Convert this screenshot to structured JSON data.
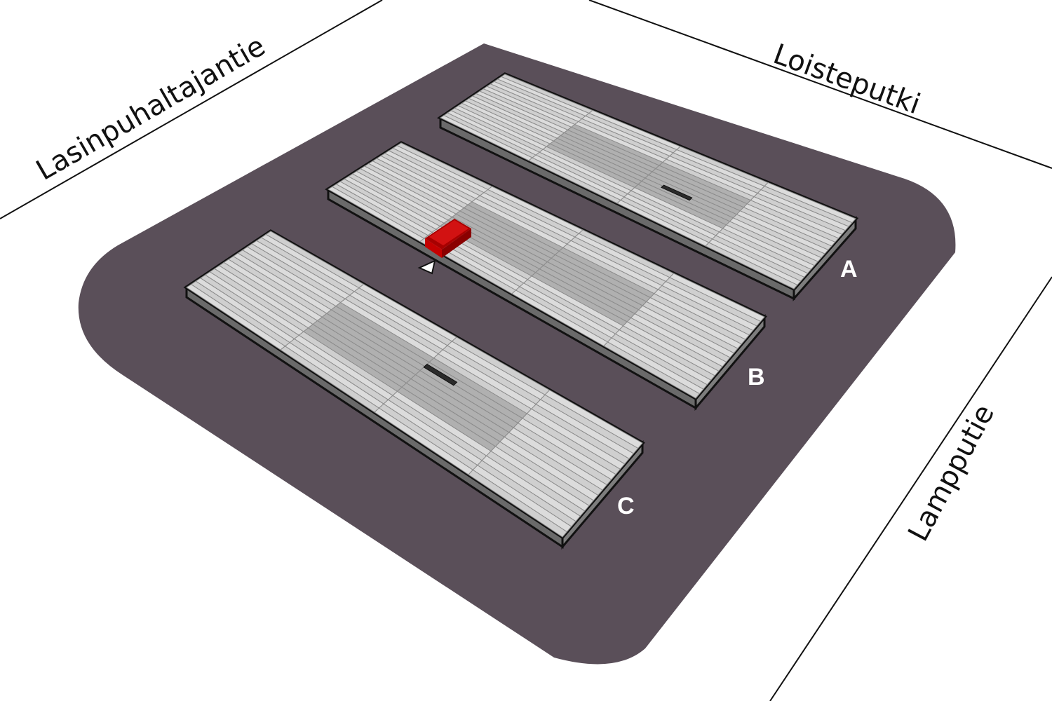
{
  "streets": [
    {
      "id": "lasinpuhaltajantie",
      "name": "Lasinpuhaltajantie"
    },
    {
      "id": "loisteputki",
      "name": "Loisteputki"
    },
    {
      "id": "lampputie",
      "name": "Lampputie"
    }
  ],
  "buildings": [
    {
      "id": "A",
      "label": "A"
    },
    {
      "id": "B",
      "label": "B"
    },
    {
      "id": "C",
      "label": "C"
    }
  ],
  "highlighted_unit": {
    "building": "B",
    "color": "#cc0000"
  },
  "entrance_marker": {
    "building": "B",
    "icon": "entrance-triangle-icon"
  },
  "colors": {
    "lot": "#5a4f59",
    "block_outline": "#111111",
    "block_fill": "#c9c9c9",
    "unit_light": "#dcdcdc",
    "unit_mid": "#b0b0b0",
    "unit_dark": "#2b2b2b",
    "highlight": "#cc0000",
    "street_line": "#111111"
  }
}
